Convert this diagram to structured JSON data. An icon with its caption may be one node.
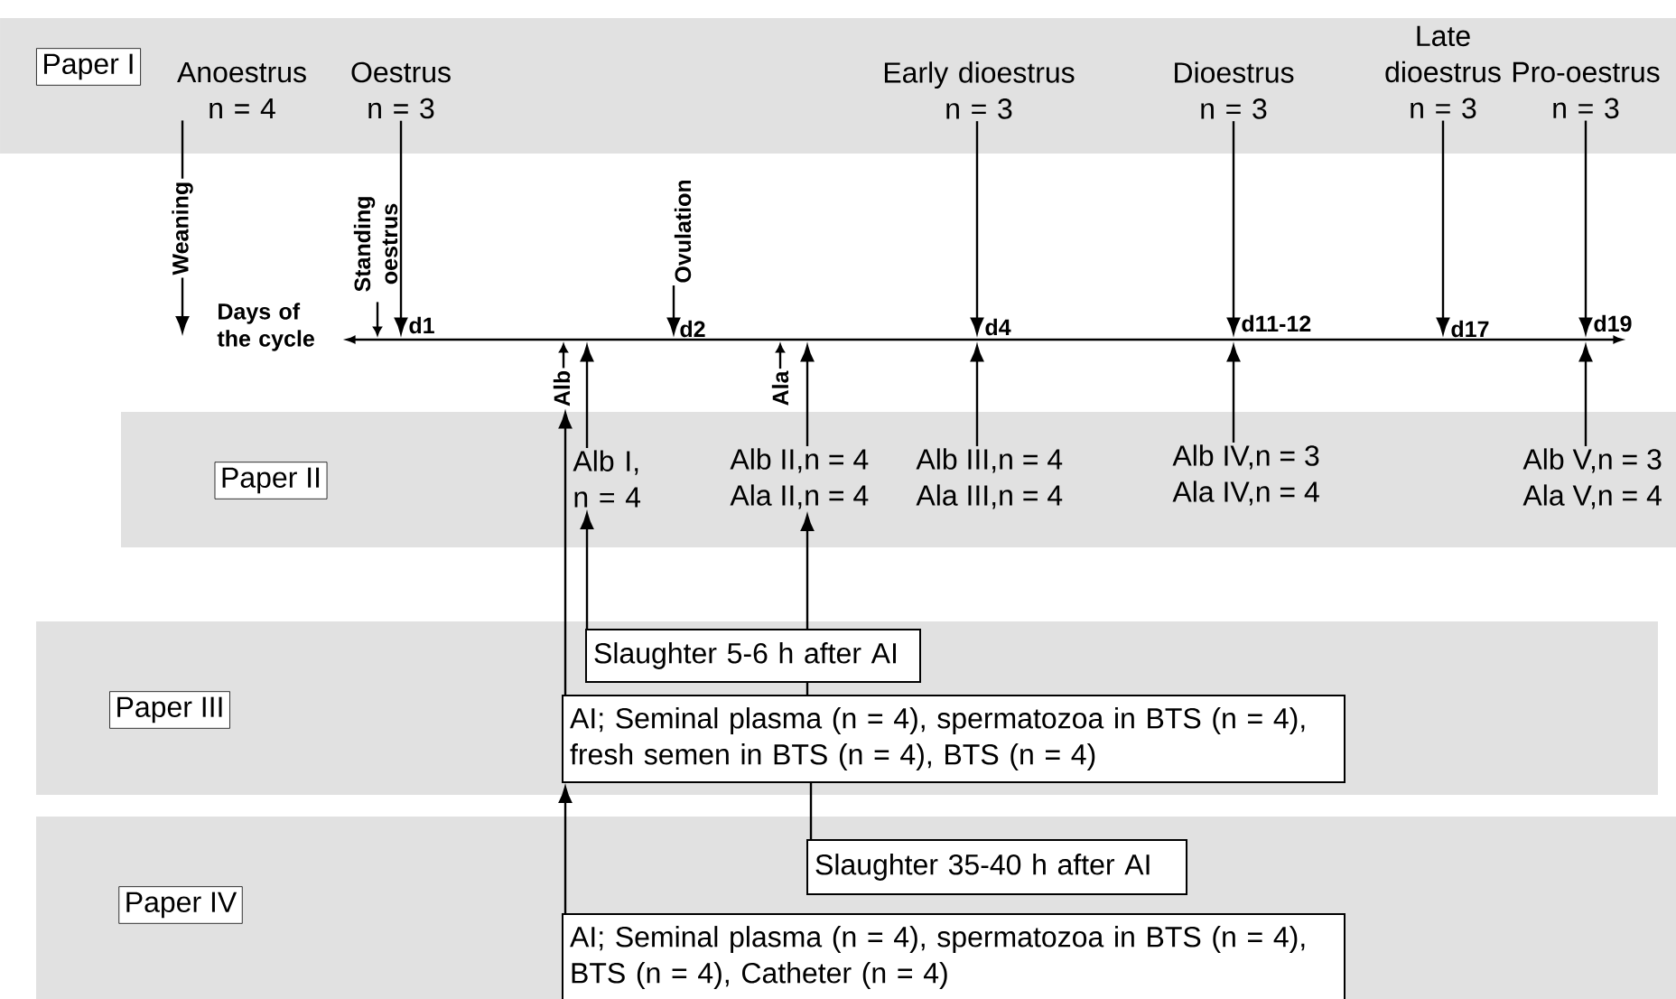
{
  "diagram": {
    "nodes": [
      {
        "text": [],
        "shape": "band"
      },
      {
        "text": [
          "Paper I"
        ],
        "in": 0
      },
      {
        "text": [
          "Anoestrus n = 4"
        ],
        "in": 0
      },
      {
        "text": [
          "Oestrus n = 3"
        ],
        "in": 0
      },
      {
        "text": [
          "Early dioestrus n = 3"
        ],
        "in": 0
      },
      {
        "text": [
          "Dioestrus n = 3"
        ],
        "in": 0
      },
      {
        "text": [
          "Late dioestrus n = 3"
        ],
        "in": 0
      },
      {
        "text": [
          "Pro-oestrus n = 3"
        ],
        "in": 0
      },
      {
        "text": [
          "Standing oestrus"
        ]
      },
      {
        "text": [
          "Ovulation"
        ]
      },
      {
        "text": [],
        "shape": "line",
        "beside": [
          "Days of the cycle"
        ]
      },
      {
        "text": [
          "Alb"
        ]
      },
      {
        "text": [
          "Ala"
        ]
      },
      {
        "text": [],
        "shape": "band"
      },
      {
        "text": [
          "Paper II"
        ],
        "in": 13
      },
      {
        "text": [
          "Alb I, n = 4"
        ],
        "in": 13
      },
      {
        "text": [
          "Alb II,n = 4",
          "Ala II,n = 4"
        ],
        "in": 13
      },
      {
        "text": [
          "Alb III,n = 4",
          "Ala III,n = 4"
        ],
        "in": 13
      },
      {
        "text": [
          "Alb IV,n = 3",
          "Ala IV,n = 4"
        ],
        "in": 13
      },
      {
        "text": [
          "Alb V,n = 3",
          "Ala V,n = 4"
        ],
        "in": 13
      },
      {
        "text": [],
        "shape": "band"
      },
      {
        "text": [
          "Paper III"
        ],
        "in": 20
      },
      {
        "text": [
          "Slaughter 5-6 h after AI"
        ],
        "in": 20
      },
      {
        "text": [
          "AI; Seminal plasma (n = 4), spermatozoa in BTS (n = 4), fresh semen in BTS (n = 4), BTS (n = 4)"
        ],
        "in": 20
      },
      {
        "text": [],
        "shape": "band"
      },
      {
        "text": [
          "Paper IV"
        ],
        "in": 24
      },
      {
        "text": [
          "Slaughter 35-40 h after AI"
        ],
        "in": 24
      },
      {
        "text": [
          "AI; Seminal plasma (n = 4), spermatozoa in BTS (n = 4), BTS (n = 4), Catheter (n = 4)"
        ],
        "in": 24
      }
    ],
    "edges": [
      {
        "from": 2,
        "to": null,
        "arrow": "to",
        "label": "Weaning"
      },
      {
        "from": 3,
        "to": 10,
        "arrow": "to"
      },
      {
        "from": 4,
        "to": 10,
        "arrow": "to"
      },
      {
        "from": 5,
        "to": 10,
        "arrow": "to"
      },
      {
        "from": 6,
        "to": 10,
        "arrow": "to"
      },
      {
        "from": 7,
        "to": 10,
        "arrow": "to"
      },
      {
        "from": 8,
        "to": 10,
        "arrow": "to"
      },
      {
        "from": 9,
        "to": 10,
        "arrow": "to"
      },
      {
        "from": 11,
        "to": 10,
        "arrow": "to"
      },
      {
        "from": 12,
        "to": 10,
        "arrow": "to"
      },
      {
        "from": 15,
        "to": 10,
        "arrow": "to"
      },
      {
        "from": 16,
        "to": 10,
        "arrow": "to"
      },
      {
        "from": 17,
        "to": 10,
        "arrow": "to"
      },
      {
        "from": 18,
        "to": 10,
        "arrow": "to"
      },
      {
        "from": 19,
        "to": 10,
        "arrow": "to"
      },
      {
        "from": 22,
        "to": 15,
        "arrow": "to"
      },
      {
        "from": 22,
        "to": 16,
        "arrow": "to"
      },
      {
        "from": 23,
        "to": 22,
        "arrow": "none"
      },
      {
        "from": 23,
        "to": 11,
        "arrow": "to"
      },
      {
        "from": 26,
        "to": 23,
        "arrow": "none"
      },
      {
        "from": 27,
        "to": 23,
        "arrow": "to"
      }
    ],
    "labels": [
      "d1",
      "d2",
      "d4",
      "d11-12",
      "d17",
      "d19"
    ]
  }
}
